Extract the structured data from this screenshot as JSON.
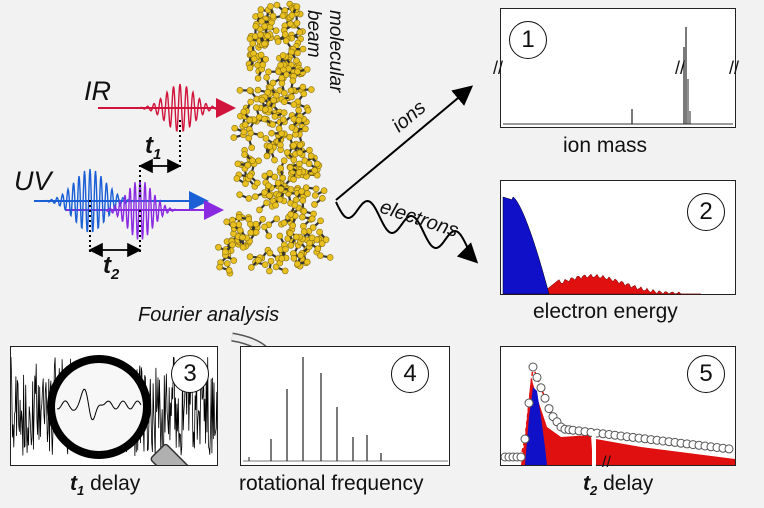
{
  "beams": {
    "ir": "IR",
    "uv": "UV",
    "colors": {
      "ir": "#d0143c",
      "uv": "#1a5fd6",
      "pump": "#8a2be2",
      "delay_arrow": "#000000"
    }
  },
  "delays": {
    "t1": {
      "symbol": "t",
      "subscript": "1"
    },
    "t2": {
      "symbol": "t",
      "subscript": "2"
    }
  },
  "beam_label": {
    "line1": "molecular",
    "line2": "beam"
  },
  "paths": {
    "ions": "ions",
    "electrons": "electrons"
  },
  "panels": {
    "p1": {
      "number": "1",
      "caption": "ion mass"
    },
    "p2": {
      "number": "2",
      "caption": "electron energy",
      "colors": {
        "low": "#1010c8",
        "high": "#e01010"
      }
    },
    "p3": {
      "number": "3",
      "caption_symbol": "t",
      "caption_sub": "1",
      "caption_rest": " delay"
    },
    "p4": {
      "number": "4",
      "caption": "rotational frequency"
    },
    "p5": {
      "number": "5",
      "caption_symbol": "t",
      "caption_sub": "2",
      "caption_rest": " delay"
    }
  },
  "fourier": {
    "label": "Fourier analysis"
  }
}
